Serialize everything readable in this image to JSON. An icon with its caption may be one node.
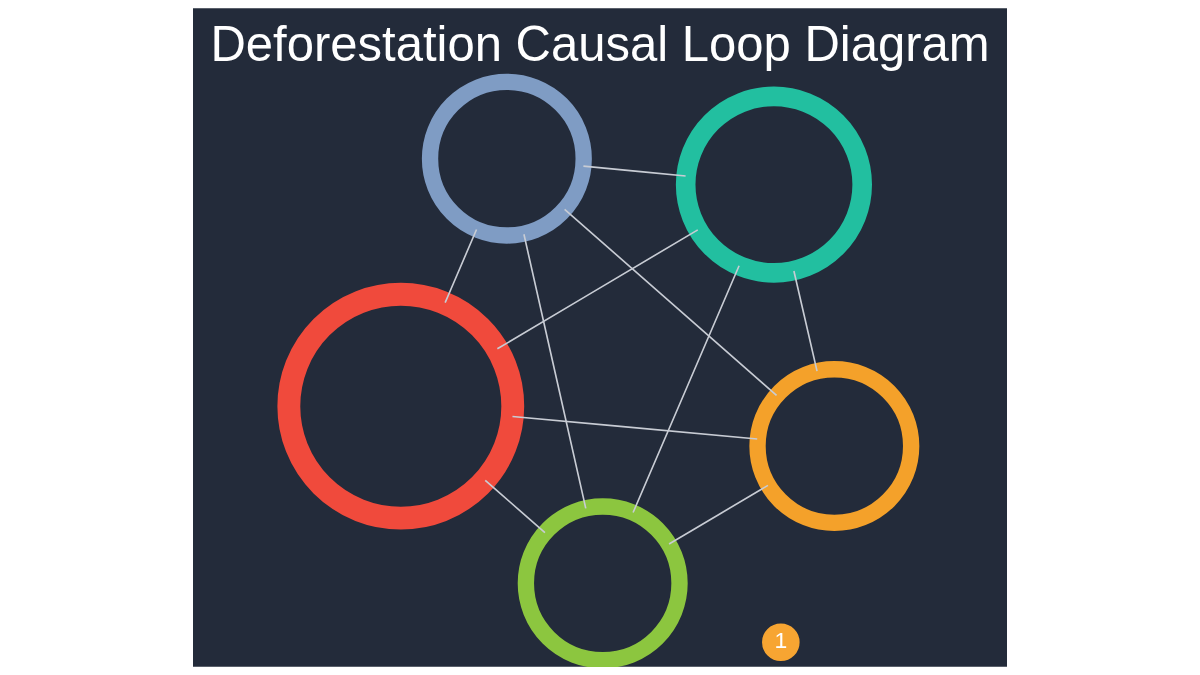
{
  "diagram": {
    "title": "Deforestation Causal Loop Diagram",
    "nodes": [
      {
        "text": [],
        "shape": "circle"
      },
      {
        "text": [],
        "shape": "circle"
      },
      {
        "text": [],
        "shape": "circle"
      },
      {
        "text": [],
        "shape": "circle"
      },
      {
        "text": [],
        "shape": "circle"
      },
      {
        "text": [
          "1"
        ]
      }
    ],
    "edges": [
      {
        "from": 0,
        "to": 1,
        "arrow": "none"
      },
      {
        "from": 0,
        "to": 2,
        "arrow": "none"
      },
      {
        "from": 0,
        "to": 3,
        "arrow": "none"
      },
      {
        "from": 0,
        "to": 4,
        "arrow": "none"
      },
      {
        "from": 1,
        "to": 2,
        "arrow": "none"
      },
      {
        "from": 1,
        "to": 3,
        "arrow": "none"
      },
      {
        "from": 1,
        "to": 4,
        "arrow": "none"
      },
      {
        "from": 2,
        "to": 3,
        "arrow": "none"
      },
      {
        "from": 2,
        "to": 4,
        "arrow": "none"
      },
      {
        "from": 3,
        "to": 4,
        "arrow": "none"
      }
    ]
  }
}
